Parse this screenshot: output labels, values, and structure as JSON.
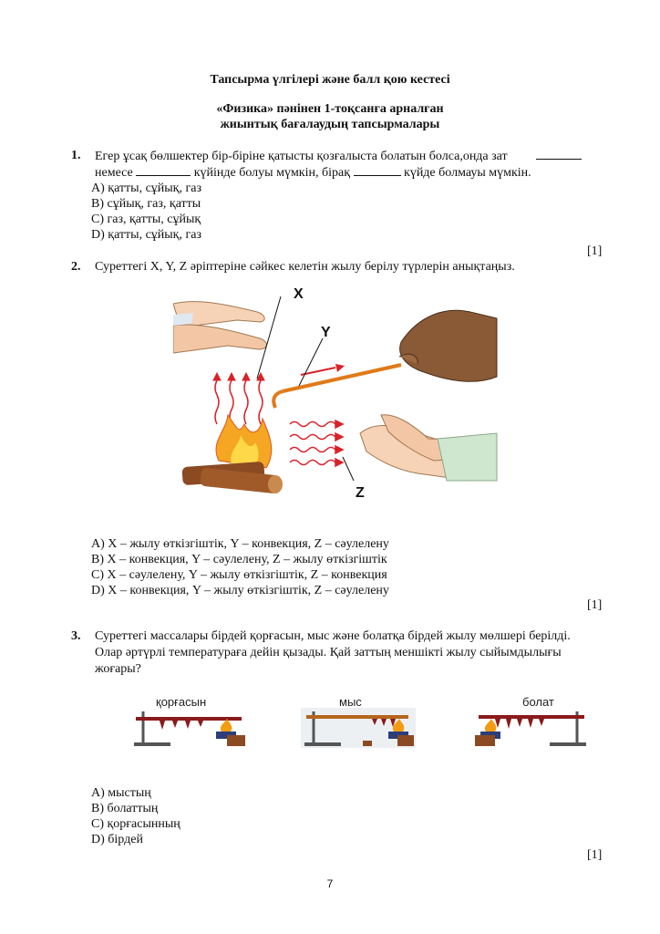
{
  "header": {
    "title1": "Тапсырма үлгілері және балл қою кестесі",
    "title2": "«Физика» пәнінен 1-тоқсанға арналған",
    "title3": "жиынтық бағалаудың тапсырмалары"
  },
  "q1": {
    "number": "1.",
    "line1": "Егер ұсақ бөлшектер бір-біріне қатысты қозғалыста болатын болса,онда зат",
    "line2_a": "немесе",
    "line2_b": "күйінде болуы мүмкін, бірақ",
    "line2_c": "күйде болмауы мүмкін.",
    "options": [
      "A) қатты, сұйық, газ",
      "B) сұйық, газ, қатты",
      "C) газ, қатты, сұйық",
      "D) қатты, сұйық, газ"
    ],
    "mark": "[1]"
  },
  "q2": {
    "number": "2.",
    "text": "Суреттегі X, Y, Z әріптеріне сәйкес келетін жылу берілу түрлерін анықтаңыз.",
    "labels": {
      "x": "X",
      "y": "Y",
      "z": "Z"
    },
    "options": [
      "A) X – жылу өткізгіштік, Y – конвекция, Z – сәулелену",
      "B) X – конвекция, Y – сәулелену, Z – жылу өткізгіштік",
      "C) X – сәулелену, Y – жылу өткізгіштік, Z – конвекция",
      "D) X – конвекция, Y – жылу өткізгіштік, Z – сәулелену"
    ],
    "mark": "[1]"
  },
  "q3": {
    "number": "3.",
    "line1": "Суреттегі массалары бірдей қорғасын, мыс және болатқа бірдей жылу мөлшері берілді.",
    "line2": "Олар әртүрлі температураға дейін қызады. Қай заттың меншікті жылу сыйымдылығы",
    "line3": "жоғары?",
    "labels": [
      "қорғасын",
      "мыс",
      "болат"
    ],
    "options": [
      "A) мыстың",
      "B) болаттың",
      "C) қорғасынның",
      "D) бірдей"
    ],
    "mark": "[1]"
  },
  "footer": {
    "page_number": "7"
  }
}
